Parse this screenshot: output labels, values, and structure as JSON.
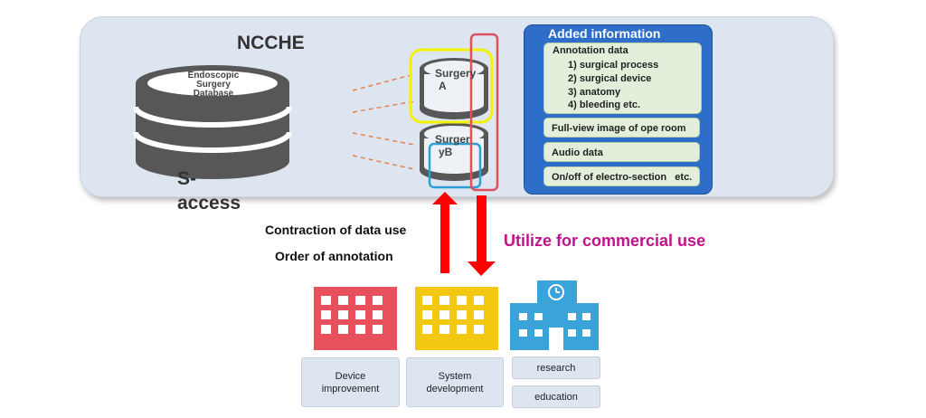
{
  "ncche": {
    "title": "NCCHE"
  },
  "database": {
    "label": "Endoscopic Surgery Database",
    "line1": "Endoscopic",
    "line2": "Surgery",
    "line3": "Database"
  },
  "saccess": {
    "line1": "S-",
    "line2": "access"
  },
  "surgeries": [
    {
      "line1": "Surgery",
      "line2": "A"
    },
    {
      "line1": "Surger",
      "line2": "yB"
    }
  ],
  "added_info": {
    "title": "Added information",
    "annotation": {
      "title": "Annotation data",
      "items": [
        "1) surgical process",
        "2) surgical device",
        "3) anatomy",
        "4) bleeding etc."
      ]
    },
    "rows": [
      "Full-view image of ope room",
      "Audio data",
      "On/off of electro-section   etc."
    ]
  },
  "left_texts": [
    "Contraction of data use",
    "Order of annotation"
  ],
  "commercial_text": "Utilize for commercial use",
  "colors": {
    "panel": "#dde5f1",
    "info_box": "#2f6ec8",
    "annotation_bg": "#e2efda",
    "arrow": "#ff0000",
    "highlight_yellow": "#f2f200",
    "highlight_blue": "#2b9fd6",
    "highlight_red_outline": "#e0505a",
    "building_red": "#e8505b",
    "building_yellow": "#f2c811",
    "building_blue": "#3aa3d9",
    "commercial_text": "#c0128a"
  },
  "buildings": [
    {
      "icon": "building-icon",
      "label": "Device improvement",
      "line1": "Device",
      "line2": "improvement"
    },
    {
      "icon": "building-icon",
      "label": "System development",
      "line1": "System",
      "line2": "development"
    },
    {
      "icon": "school-icon",
      "labels": [
        "research",
        "education"
      ]
    }
  ]
}
